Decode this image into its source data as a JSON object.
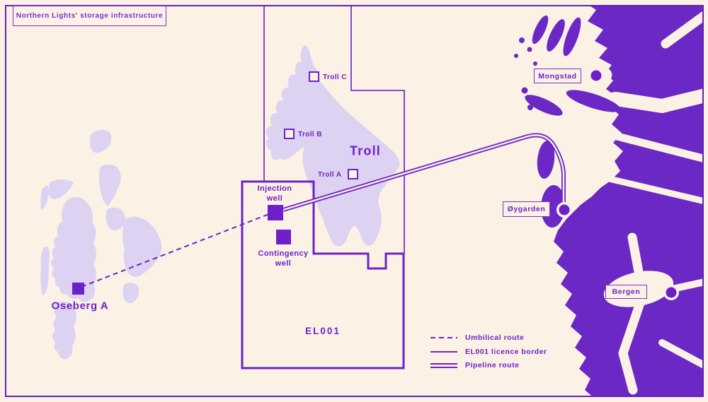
{
  "title": "Northern Lights' storage infrastructure",
  "colors": {
    "background": "#fbf2e5",
    "purple_accent": "#6e22c7",
    "land_purple": "#6b28c4",
    "field_light_purple": "#ddd2f1"
  },
  "map": {
    "fields": {
      "troll_label": "Troll",
      "licence_label": "EL001"
    },
    "platforms": [
      {
        "label": "Troll C"
      },
      {
        "label": "Troll B"
      },
      {
        "label": "Troll A"
      }
    ],
    "wells": {
      "injection": {
        "line1": "Injection",
        "line2": "well"
      },
      "contingency": {
        "line1": "Contingency",
        "line2": "well"
      }
    },
    "oseberg": {
      "label": "Oseberg A"
    },
    "places": [
      {
        "label": "Mongstad"
      },
      {
        "label": "Øygarden"
      },
      {
        "label": "Bergen"
      }
    ]
  },
  "legend": {
    "items": [
      {
        "label": "Umbilical route",
        "style": "dashed"
      },
      {
        "label": "EL001 licence border",
        "style": "solid"
      },
      {
        "label": "Pipeline route",
        "style": "double"
      }
    ]
  }
}
